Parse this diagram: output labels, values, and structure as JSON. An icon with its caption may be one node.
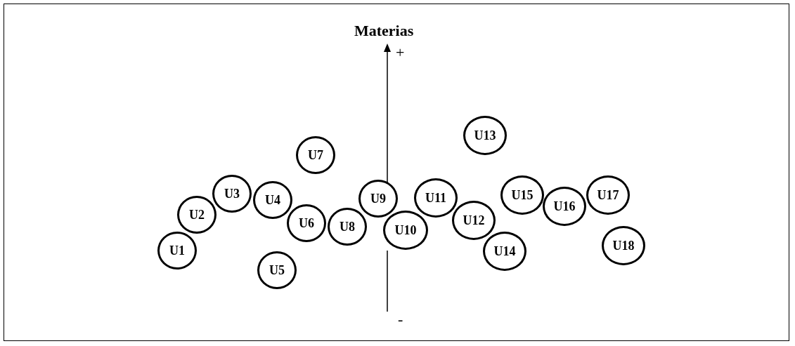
{
  "diagram": {
    "nodes": [
      {
        "text": [
          "U1"
        ]
      },
      {
        "text": [
          "U2"
        ]
      },
      {
        "text": [
          "U3"
        ]
      },
      {
        "text": [
          "U4"
        ]
      },
      {
        "text": [
          "U5"
        ]
      },
      {
        "text": [
          "U6"
        ]
      },
      {
        "text": [
          "U7"
        ]
      },
      {
        "text": [
          "U8"
        ]
      },
      {
        "text": [
          "U9"
        ]
      },
      {
        "text": [
          "U10"
        ]
      },
      {
        "text": [
          "U11"
        ]
      },
      {
        "text": [
          "U12"
        ]
      },
      {
        "text": [
          "U13"
        ]
      },
      {
        "text": [
          "U14"
        ]
      },
      {
        "text": [
          "U15"
        ]
      },
      {
        "text": [
          "U16"
        ]
      },
      {
        "text": [
          "U17"
        ]
      },
      {
        "text": [
          "U18"
        ]
      }
    ],
    "labels": [
      "Materias",
      "+",
      "-"
    ]
  }
}
